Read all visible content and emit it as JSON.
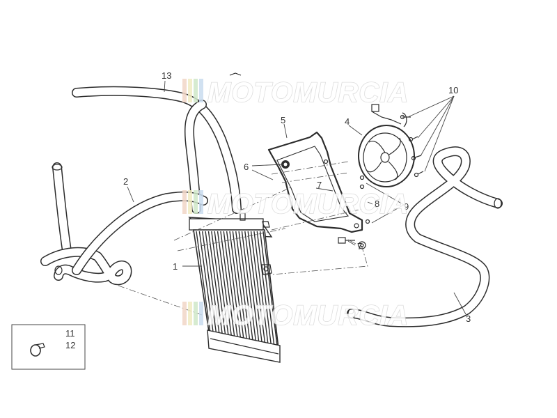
{
  "callouts": {
    "c1": "1",
    "c2": "2",
    "c3": "3",
    "c4": "4",
    "c5": "5",
    "c6": "6",
    "c7a": "7",
    "c7b": "7",
    "c8": "8",
    "c9": "9",
    "c10": "10",
    "c11": "11",
    "c12": "12",
    "c13": "13"
  },
  "watermark": {
    "text": "MOTOMURCIA",
    "stripe_colors": [
      "#f2d7c7",
      "#f0ecc2",
      "#cfe8c8",
      "#c9dcef"
    ]
  },
  "colors": {
    "line": "#2c2c2c",
    "background": "#ffffff"
  }
}
